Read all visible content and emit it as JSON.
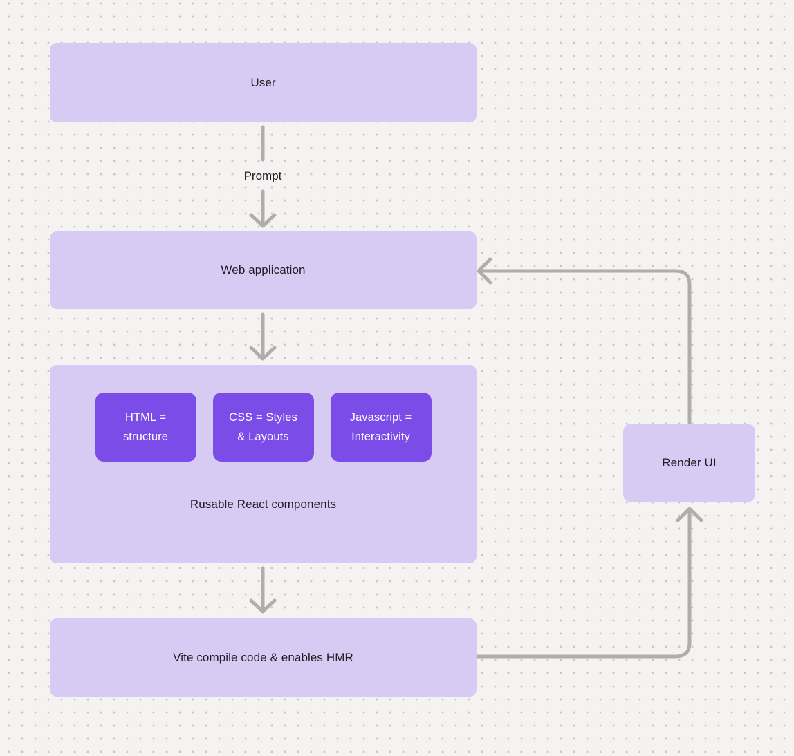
{
  "colors": {
    "background": "#f4f3f1",
    "dot": "#c9c6c3",
    "box_fill": "#d7cbf3",
    "chip_fill": "#7c4ce8",
    "chip_text": "#ffffff",
    "text": "#1e1e22",
    "connector": "#b0aeac"
  },
  "nodes": {
    "user": {
      "label": "User"
    },
    "web_application": {
      "label": "Web application"
    },
    "components_group": {
      "chips": [
        {
          "lines": [
            "HTML =",
            "structure"
          ]
        },
        {
          "lines": [
            "CSS = Styles",
            "& Layouts"
          ]
        },
        {
          "lines": [
            "Javascript =",
            "Interactivity"
          ]
        }
      ],
      "caption": "Rusable React components"
    },
    "vite_compile": {
      "label": "Vite compile code & enables HMR"
    },
    "render_ui": {
      "label": "Render UI"
    }
  },
  "connectors": {
    "user_to_webapp_label": "Prompt"
  }
}
